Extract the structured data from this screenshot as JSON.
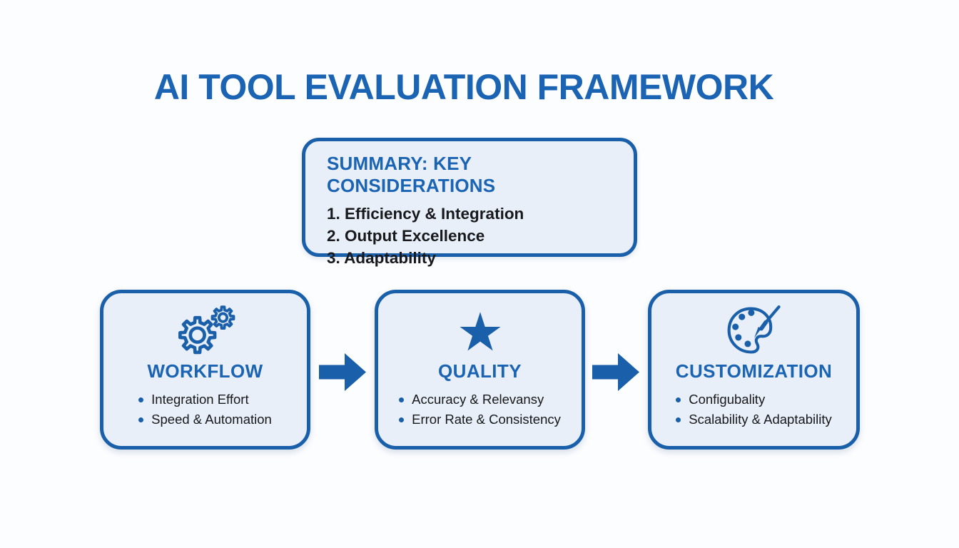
{
  "page": {
    "title": "AI TOOL EVALUATION FRAMEWORK"
  },
  "summary": {
    "title": "SUMMARY: KEY CONSIDERATIONS",
    "items": [
      "1. Efficiency & Integration",
      "2. Output Excellence",
      "3. Adaptability"
    ]
  },
  "stages": [
    {
      "title": "WORKFLOW",
      "icon": "gears-icon",
      "bullets": [
        "Integration Effort",
        "Speed & Automation"
      ]
    },
    {
      "title": "QUALITY",
      "icon": "star-icon",
      "bullets": [
        "Accuracy & Relevansy",
        "Error Rate & Consistency"
      ]
    },
    {
      "title": "CUSTOMIZATION",
      "icon": "palette-icon",
      "bullets": [
        "Configubality",
        "Scalability & Adaptability"
      ]
    }
  ],
  "colors": {
    "accent": "#1a64b3",
    "shape": "#1a5fa9",
    "box_fill": "#e9eff8",
    "text": "#17191c",
    "background": "#fcfdff"
  }
}
